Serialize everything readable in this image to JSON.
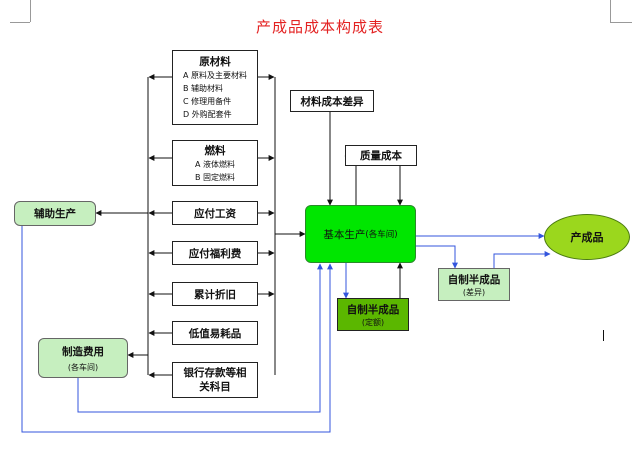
{
  "title": "产成品成本构成表",
  "raw_materials": {
    "head": "原材料",
    "items": [
      "A 原料及主要材料",
      "B 辅助材料",
      "C 修理用备件",
      "D 外购配套件"
    ]
  },
  "fuel": {
    "head": "燃料",
    "items": [
      "A 液体燃料",
      "B 固定燃料"
    ]
  },
  "wages": "应付工资",
  "welfare": "应付福利费",
  "depreciation": "累计折旧",
  "consumables": "低值易耗品",
  "bank": "银行存款等相关科目",
  "material_variance": "材料成本差异",
  "quality_cost": "质量成本",
  "basic_production": {
    "label": "基本生产",
    "note": "(各车间)"
  },
  "auxiliary_production": "辅助生产",
  "manufacturing_overhead": {
    "label": "制造费用",
    "note": "(各车间)"
  },
  "semi_fixed": {
    "label": "自制半成品",
    "note": "(定额)"
  },
  "semi_variance": {
    "label": "自制半成品",
    "note": "(差异)"
  },
  "finished_goods": "产成品",
  "colors": {
    "title": "#e32222",
    "light_green": "#c6efbf",
    "bright_green": "#00e600",
    "dark_green": "#5bb700",
    "ellipse_green": "#9bd71d",
    "blue_line": "#3355dd"
  }
}
